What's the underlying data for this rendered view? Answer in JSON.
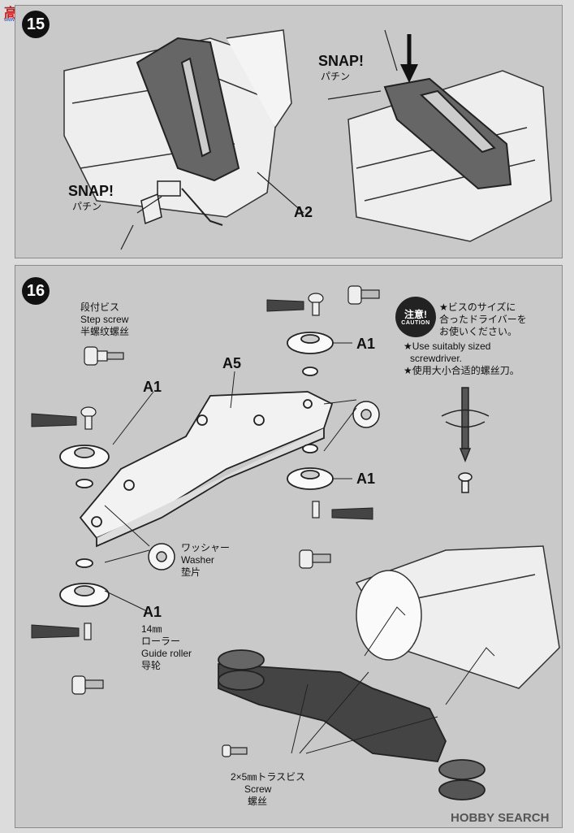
{
  "watermark_logo": {
    "text": "高手网",
    "url_text": "www.Gaoshou.com"
  },
  "step15": {
    "number": "15",
    "snap_right": "SNAP!",
    "snap_right_jp": "パチン",
    "snap_left": "SNAP!",
    "snap_left_jp": "パチン",
    "part_label": "A2"
  },
  "step16": {
    "number": "16",
    "step_screw_jp": "段付ビス",
    "step_screw_en": "Step screw",
    "step_screw_cn": "半螺纹螺丝",
    "washer_jp": "ワッシャー",
    "washer_en": "Washer",
    "washer_cn": "垫片",
    "roller_size": "14㎜",
    "roller_jp": "ローラー",
    "roller_en": "Guide roller",
    "roller_cn": "导轮",
    "screw_jp": "2×5㎜トラスビス",
    "screw_en": "Screw",
    "screw_cn": "螺丝",
    "parts": {
      "a1_left_top": "A1",
      "a1_left_bottom": "A1",
      "a1_right_top": "A1",
      "a1_right_bottom": "A1",
      "a5": "A5"
    },
    "caution": {
      "badge_jp": "注意!",
      "badge_en": "CAUTION",
      "line1": "★ビスのサイズに",
      "line2": "合ったドライバーを",
      "line3": "お使いください。",
      "line4": "★Use suitably sized",
      "line5": "screwdriver.",
      "line6": "★使用大小合适的螺丝刀。"
    }
  },
  "footer_watermark": "HOBBY SEARCH"
}
